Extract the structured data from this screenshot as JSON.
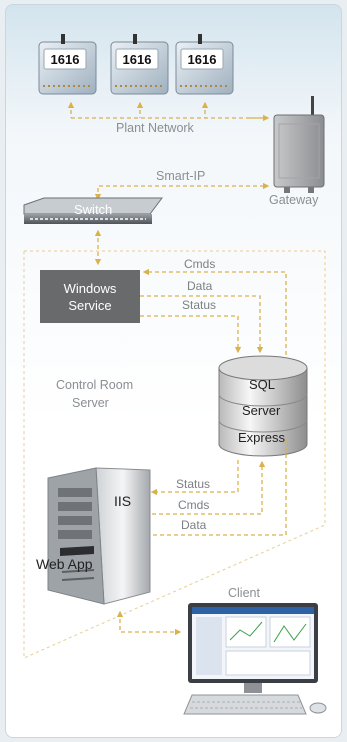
{
  "labels": {
    "plant_network": "Plant Network",
    "gateway": "Gateway",
    "smart_ip": "Smart-IP",
    "switch": "Switch",
    "windows_service_line1": "Windows",
    "windows_service_line2": "Service",
    "cmds_top": "Cmds",
    "data_top": "Data",
    "status_top": "Status",
    "control_room_line1": "Control Room",
    "control_room_line2": "Server",
    "sql_line1": "SQL",
    "sql_line2": "Server",
    "sql_line3": "Express",
    "iis": "IIS",
    "status_bottom": "Status",
    "cmds_bottom": "Cmds",
    "data_bottom": "Data",
    "web_app": "Web App",
    "client": "Client",
    "device_label": "1616"
  },
  "colors": {
    "arrow": "#d9b24c",
    "service_box": "#696a6c",
    "label_gray": "#8a8f93"
  }
}
